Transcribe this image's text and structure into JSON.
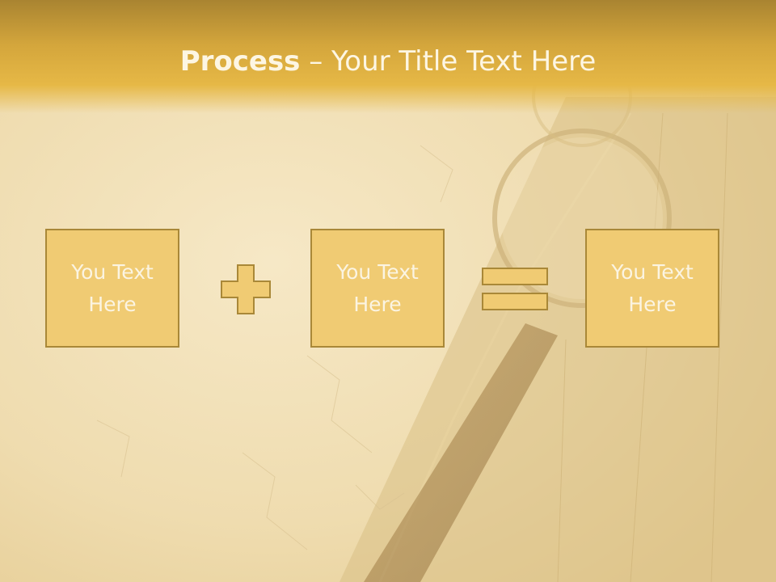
{
  "slide": {
    "title_bold": "Process",
    "title_rest": " – Your Title Text Here",
    "boxes": [
      {
        "text": "You Text Here"
      },
      {
        "text": "You Text Here"
      },
      {
        "text": "You Text Here"
      }
    ],
    "operators": [
      "plus-icon",
      "equals-icon"
    ]
  },
  "colors": {
    "header": "#d4a63c",
    "box_fill": "#f0cb73",
    "box_border": "#a98838",
    "text_light": "#fdf6e3",
    "background": "#f3e4c2"
  }
}
